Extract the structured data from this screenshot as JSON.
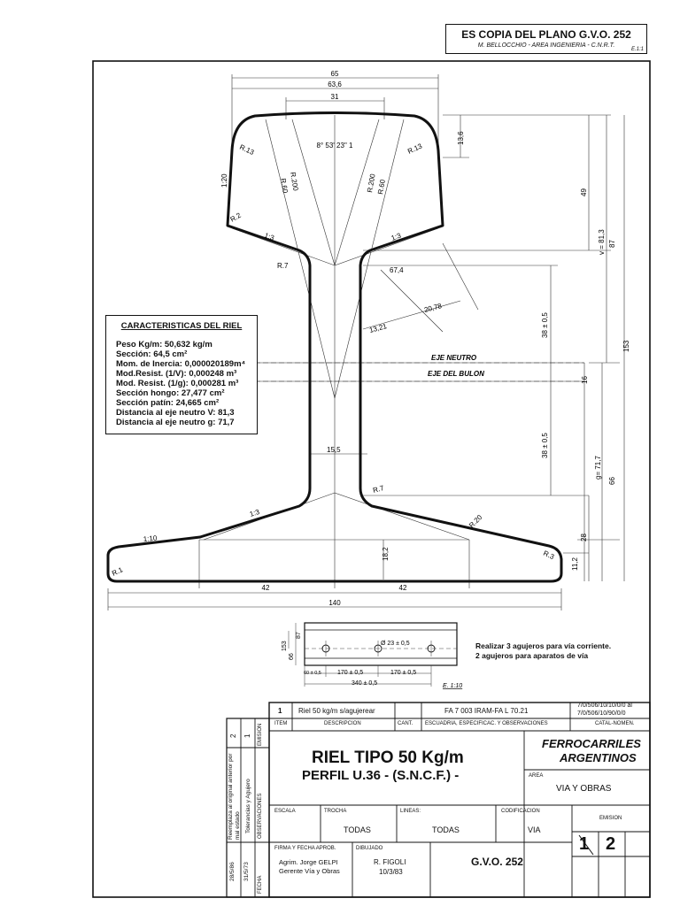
{
  "header": {
    "title": "ES COPIA DEL PLANO G.V.O. 252",
    "subtitle": "M. BELLOCCHIO - AREA INGENIERIA - C.N.R.T.",
    "scale": "E.1:1"
  },
  "dims": {
    "d65": "65",
    "d63_6": "63,6",
    "d31": "31",
    "d13_6": "13,6",
    "angle": "8° 53' 23\" 1",
    "r13a": "R.13",
    "r13b": "R.13",
    "r2": "R.2",
    "r60a": "R.60",
    "r200a": "R.200",
    "r200b": "R.200",
    "r60b": "R.60",
    "slope120": "1:20",
    "slope13a": "1:3",
    "slope13b": "1:3",
    "r7a": "R.7",
    "d67_4": "67,4",
    "d20_78": "20,78",
    "d13_21": "13,21",
    "d49": "49",
    "v81_3": "v = 81,3",
    "d87": "87",
    "d153": "153",
    "d38a": "38 ± 0,5",
    "d38b": "38 ± 0,5",
    "d16": "16",
    "g71_7": "g= 71,7",
    "d66": "66",
    "d15_5": "15,5",
    "r7b": "R.7",
    "slope13c": "1:3",
    "r20": "R.20",
    "slope110": "1:10",
    "d28": "28",
    "d18_2": "18,2",
    "r1": "R.1",
    "r3": "R.3",
    "d11_2": "11,2",
    "d42a": "42",
    "d42b": "42",
    "d140": "140",
    "eje_neutro": "EJE NEUTRO",
    "eje_bulon": "EJE DEL BULON"
  },
  "properties": {
    "title": "CARACTERISTICAS DEL RIEL",
    "lines": [
      "Peso Kg/m: 50,632 kg/m",
      "Sección: 64,5 cm²",
      "Mom. de Inercia: 0,000020189m⁴",
      "Mod.Resist. (1/V): 0,000248 m³",
      "Mod. Resist. (1/g): 0,000281 m³",
      "Sección hongo: 27,477 cm²",
      "Sección patín: 24,665 cm²",
      "Distancia al eje neutro V: 81,3",
      "Distancia al eje neutro g: 71,7"
    ]
  },
  "holes": {
    "d153": "153",
    "d87": "87",
    "d66": "66",
    "diameter": "Ø 23 ± 0,5",
    "d60": "60 ± 0,5",
    "d170a": "170 ± 0,5",
    "d170b": "170 ± 0,5",
    "d340": "340 ± 0,5",
    "scale": "E. 1:10",
    "note1": "Realizar 3 agujeros para vía corriente.",
    "note2": "2 agujeros para aparatos de vía"
  },
  "titleblock": {
    "item": "1",
    "description": "Riel 50 kg/m s/agujerear",
    "quantity": "",
    "spec": "FA 7 003   IRAM-FA L 70.21",
    "catal1": "7/0/506/10/10/0/0 al",
    "catal2": "7/0/506/10/90/0/0",
    "h_item": "ITEM",
    "h_desc": "DESCRIPCION",
    "h_cant": "CANT.",
    "h_spec": "ESCUADRIA, ESPECIFICAC. Y OBSERVACIONES",
    "h_catal": "CATAL-NOMEN.",
    "main_title": "RIEL TIPO 50 Kg/m",
    "main_sub": "PERFIL U.36 - (S.N.C.F.) -",
    "logo1": "FERROCARRILES",
    "logo2": "ARGENTINOS",
    "area_label": "AREA",
    "area_value": "VIA Y OBRAS",
    "escala": "ESCALA",
    "trocha": "TROCHA",
    "trocha_value": "TODAS",
    "lineas": "LINEAS:",
    "lineas_value": "TODAS",
    "codificacion": "CODIFICACION",
    "codificacion_value": "VIA",
    "emision": "EMISION",
    "emision_old": "1",
    "emision_new": "2",
    "firma": "FIRMA Y FECHA APROB.",
    "firma_name": "Agrim. Jorge GELPI",
    "firma_role": "Gerente Vía y Obras",
    "dibujado": "DIBUJADO",
    "dibujado_name": "R. FIGOLI",
    "dibujado_date": "10/3/83",
    "plan_number": "G.V.O. 252",
    "side_emision": "EMISION",
    "side_obs": "OBSERVACIONES",
    "side_fecha": "FECHA",
    "side_n2": "2",
    "side_n1": "1",
    "side_obs2": "Reemplaza al original anterior por mal estado",
    "side_obs1": "Tolerancias y Agujero",
    "side_date2": "28/5/86",
    "side_date1": "31/5/73"
  }
}
